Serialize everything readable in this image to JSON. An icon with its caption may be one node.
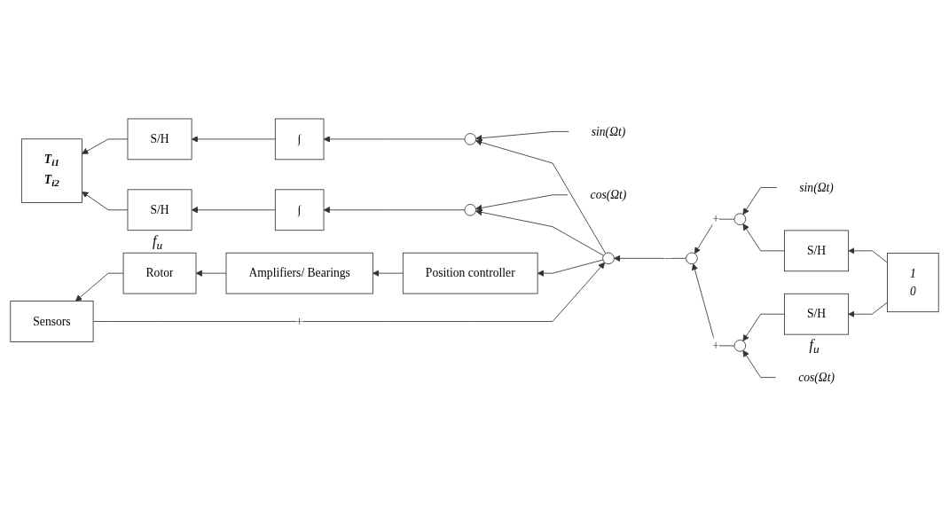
{
  "diagram": {
    "nodes": [
      {
        "text": [
          "sin(Ωt)"
        ]
      },
      {
        "text": [],
        "shape": "circle"
      },
      {
        "text": [
          "S/H"
        ]
      },
      {
        "text": [
          "1",
          "0"
        ]
      },
      {
        "text": [],
        "shape": "circle"
      },
      {
        "text": [],
        "shape": "circle"
      },
      {
        "text": [
          "S/H"
        ],
        "beside": [
          "f$_{u}$"
        ]
      },
      {
        "text": [
          "cos(Ωt)"
        ]
      },
      {
        "text": [
          "T$_{i1}$",
          "T$_{i2}$"
        ]
      },
      {
        "text": [
          "S/H"
        ]
      },
      {
        "text": [
          "∫"
        ]
      },
      {
        "text": [],
        "shape": "circle"
      },
      {
        "text": [
          "sin(Ωt)"
        ]
      },
      {
        "text": [
          "S/H"
        ],
        "beside": [
          "f$_{u}$"
        ]
      },
      {
        "text": [
          "∫"
        ]
      },
      {
        "text": [],
        "shape": "circle"
      },
      {
        "text": [
          "cos(Ωt)"
        ]
      },
      {
        "text": [],
        "shape": "circle"
      },
      {
        "text": [
          "Sensors"
        ]
      },
      {
        "text": [
          "Rotor"
        ]
      },
      {
        "text": [
          "Amplifiers/ Bearings"
        ]
      },
      {
        "text": [
          "Position controller"
        ]
      }
    ],
    "edges": [
      {
        "from": 0,
        "to": 1,
        "arrow": "to"
      },
      {
        "from": 3,
        "to": 2,
        "arrow": "to"
      },
      {
        "from": 2,
        "to": 1,
        "arrow": "to"
      },
      {
        "from": 1,
        "to": 4,
        "arrow": "to",
        "label": "+"
      },
      {
        "from": 5,
        "to": 4,
        "arrow": "to",
        "label": "+"
      },
      {
        "from": 3,
        "to": 6,
        "arrow": "to"
      },
      {
        "from": 6,
        "to": 5,
        "arrow": "to"
      },
      {
        "from": 7,
        "to": 5,
        "arrow": "to"
      },
      {
        "from": 4,
        "to": 17,
        "arrow": "to",
        "label": "−"
      },
      {
        "from": 9,
        "to": 8,
        "arrow": "to"
      },
      {
        "from": 10,
        "to": 9,
        "arrow": "to"
      },
      {
        "from": 11,
        "to": 10,
        "arrow": "to"
      },
      {
        "from": 12,
        "to": 11,
        "arrow": "to"
      },
      {
        "from": 17,
        "to": 11,
        "arrow": "to"
      },
      {
        "from": 13,
        "to": 8,
        "arrow": "to"
      },
      {
        "from": 14,
        "to": 13,
        "arrow": "to"
      },
      {
        "from": 15,
        "to": 14,
        "arrow": "to"
      },
      {
        "from": 16,
        "to": 15,
        "arrow": "to"
      },
      {
        "from": 17,
        "to": 15,
        "arrow": "to"
      },
      {
        "from": 17,
        "to": 21,
        "arrow": "to"
      },
      {
        "from": 18,
        "to": 17,
        "arrow": "to",
        "label": "+"
      },
      {
        "from": 21,
        "to": 20,
        "arrow": "to"
      },
      {
        "from": 20,
        "to": 19,
        "arrow": "to"
      },
      {
        "from": 19,
        "to": 18,
        "arrow": "to"
      }
    ]
  }
}
